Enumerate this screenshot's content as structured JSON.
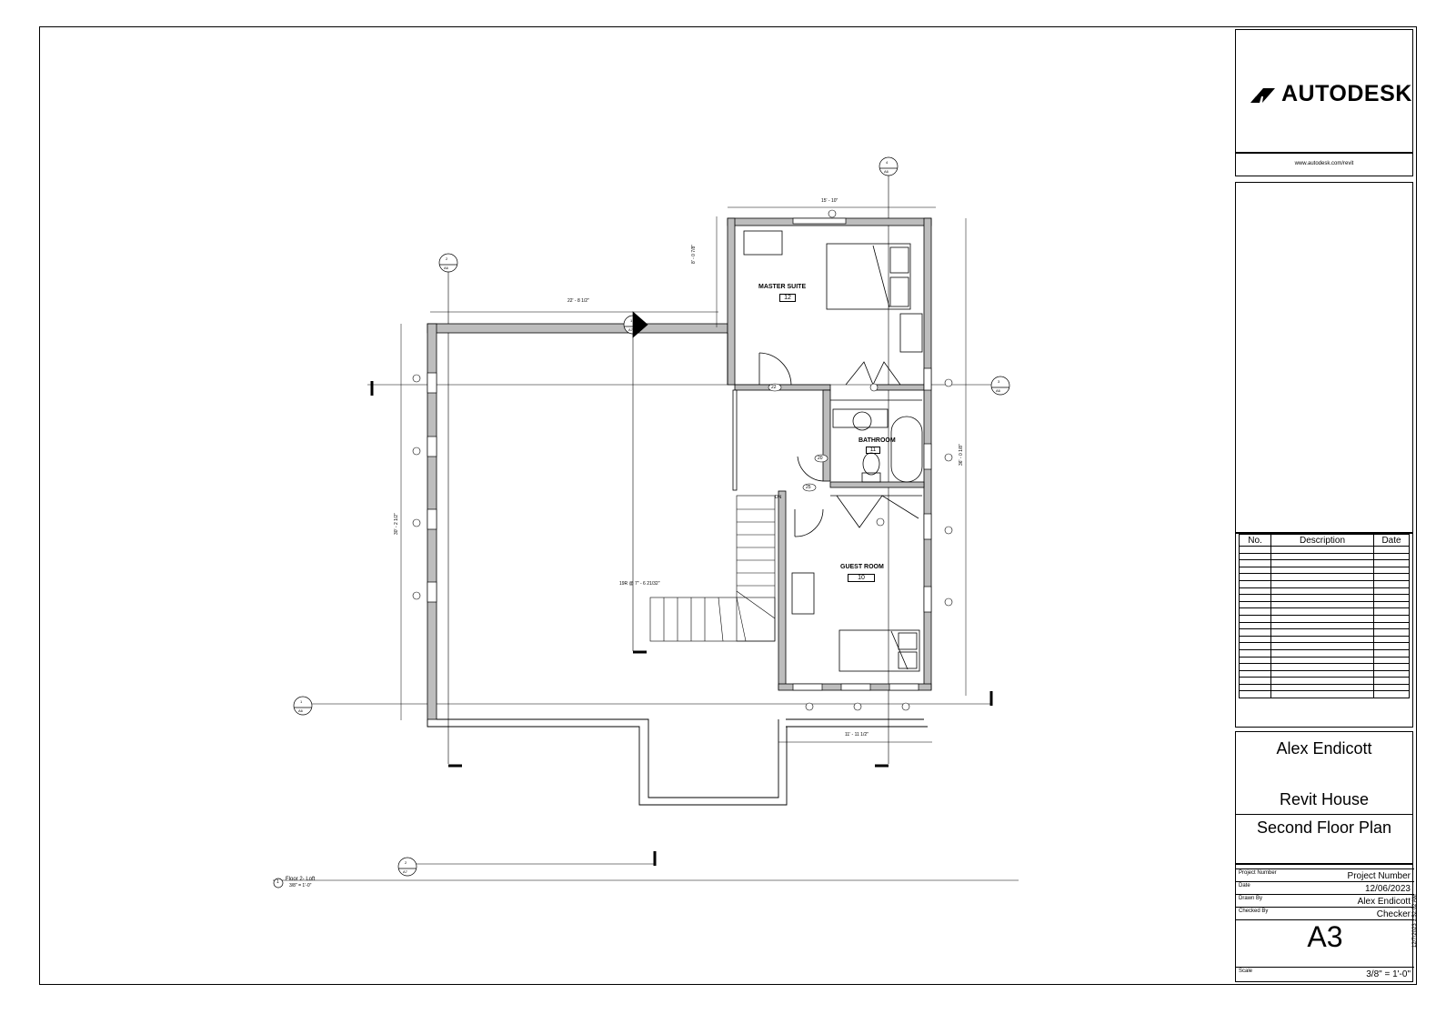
{
  "brand": {
    "name": "AUTODESK",
    "url": "www.autodesk.com/revit",
    "logo_icon": "autodesk-logo-icon"
  },
  "revisions": {
    "headers": [
      "No.",
      "Description",
      "Date"
    ],
    "rows": 22
  },
  "project": {
    "author": "Alex Endicott",
    "name": "Revit House",
    "sheet_name": "Second Floor Plan"
  },
  "fields": [
    {
      "label": "Project Number",
      "value": "Project Number"
    },
    {
      "label": "Date",
      "value": "12/06/2023"
    },
    {
      "label": "Drawn By",
      "value": "Alex Endicott"
    },
    {
      "label": "Checked By",
      "value": "Checker"
    }
  ],
  "sheet_number": "A3",
  "scale": {
    "label": "Scale",
    "value": "3/8\" = 1'-0\""
  },
  "timestamp": "12/7/2023 1:52:02 AM",
  "plan": {
    "rooms": [
      {
        "name": "MASTER SUITE",
        "number": "12"
      },
      {
        "name": "BATHROOM",
        "number": "11"
      },
      {
        "name": "GUEST ROOM",
        "number": "10"
      }
    ],
    "dimensions": {
      "top": "15' - 10\"",
      "loft": "22' - 8 1/2\"",
      "master_side": "8' - 0 7/8\"",
      "left_side": "30' - 2 1/2\"",
      "right_side": "36' - 0 1/8\"",
      "bottom": "11' - 11 1/2\""
    },
    "stair_note": "19R @ 7\" - 6 21/32\"",
    "stair_dn": "DN",
    "door_tags": [
      "22",
      "20",
      "25"
    ],
    "section_tags": [
      {
        "num": "2",
        "sheet": "A6"
      },
      {
        "num": "1",
        "sheet": "A7"
      },
      {
        "num": "4",
        "sheet": "A6"
      },
      {
        "num": "3",
        "sheet": "A6"
      },
      {
        "num": "1",
        "sheet": "A6"
      },
      {
        "num": "2",
        "sheet": "A7"
      }
    ],
    "view_title": {
      "number": "1",
      "name": "Floor 2- Loft",
      "scale": "3/8\" = 1'-0\""
    }
  }
}
